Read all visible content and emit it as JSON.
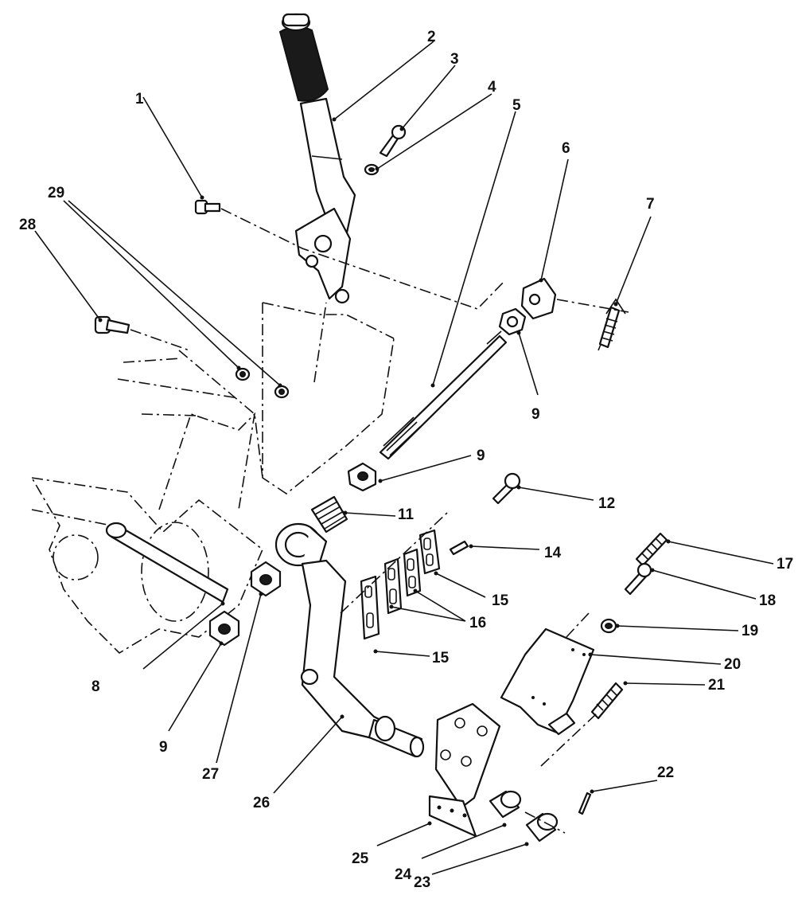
{
  "diagram": {
    "callouts": [
      {
        "id": "c1",
        "label": "1"
      },
      {
        "id": "c2",
        "label": "2"
      },
      {
        "id": "c3",
        "label": "3"
      },
      {
        "id": "c4",
        "label": "4"
      },
      {
        "id": "c5",
        "label": "5"
      },
      {
        "id": "c6",
        "label": "6"
      },
      {
        "id": "c7",
        "label": "7"
      },
      {
        "id": "c8",
        "label": "8"
      },
      {
        "id": "c9a",
        "label": "9"
      },
      {
        "id": "c9b",
        "label": "9"
      },
      {
        "id": "c9c",
        "label": "9"
      },
      {
        "id": "c11",
        "label": "11"
      },
      {
        "id": "c12",
        "label": "12"
      },
      {
        "id": "c14",
        "label": "14"
      },
      {
        "id": "c15a",
        "label": "15"
      },
      {
        "id": "c15b",
        "label": "15"
      },
      {
        "id": "c16",
        "label": "16"
      },
      {
        "id": "c17",
        "label": "17"
      },
      {
        "id": "c18",
        "label": "18"
      },
      {
        "id": "c19",
        "label": "19"
      },
      {
        "id": "c20",
        "label": "20"
      },
      {
        "id": "c21",
        "label": "21"
      },
      {
        "id": "c22",
        "label": "22"
      },
      {
        "id": "c23",
        "label": "23"
      },
      {
        "id": "c24",
        "label": "24"
      },
      {
        "id": "c25",
        "label": "25"
      },
      {
        "id": "c26",
        "label": "26"
      },
      {
        "id": "c27",
        "label": "27"
      },
      {
        "id": "c28",
        "label": "28"
      },
      {
        "id": "c29",
        "label": "29"
      }
    ]
  }
}
